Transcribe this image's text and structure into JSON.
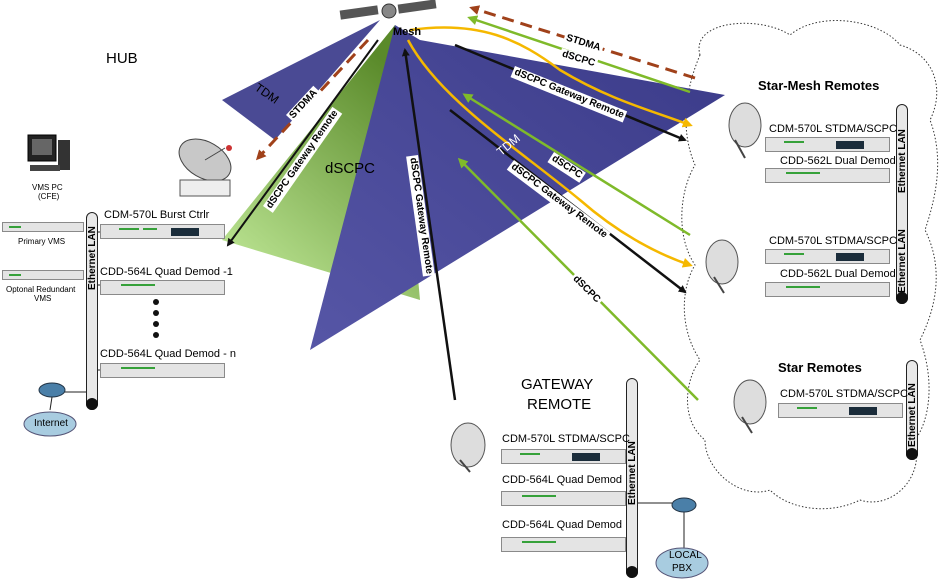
{
  "labels": {
    "hub": "HUB",
    "gateway_line1": "GATEWAY",
    "gateway_line2": "REMOTE",
    "star_mesh_remotes": "Star-Mesh Remotes",
    "star_remotes": "Star Remotes",
    "mesh": "Mesh",
    "dscpc_center": "dSCPC",
    "internet": "Internet",
    "local_pbx_line1": "LOCAL",
    "local_pbx_line2": "PBX"
  },
  "hub": {
    "vms_pc_line1": "VMS PC",
    "vms_pc_line2": "(CFE)",
    "primary_vms": "Primary VMS",
    "redundant_vms_line1": "Optonal Redundant",
    "redundant_vms_line2": "VMS",
    "burst_ctrlr": "CDM-570L Burst Ctrlr",
    "quad_demod_1": "CDD-564L Quad Demod -1",
    "quad_demod_n": "CDD-564L Quad Demod - n",
    "lan": "Ethernet LAN"
  },
  "gateway": {
    "modem": "CDM-570L STDMA/SCPC",
    "demod_1": "CDD-564L Quad Demod",
    "demod_2": "CDD-564L Quad Demod",
    "lan": "Ethernet LAN"
  },
  "star_mesh": {
    "remote_1_modem": "CDM-570L STDMA/SCPC",
    "remote_1_demod": "CDD-562L Dual Demod",
    "remote_2_modem": "CDM-570L STDMA/SCPC",
    "remote_2_demod": "CDD-562L Dual Demod",
    "lan": "Ethernet LAN"
  },
  "star": {
    "remote_modem": "CDM-570L STDMA/SCPC",
    "lan": "Ethernet LAN"
  },
  "links": {
    "tdm_hub": "TDM",
    "stdma_hub": "STDMA",
    "dscpc_gw_hub": "dSCPC Gateway Remote",
    "dscpc_gw_vertical": "dSCPC Gateway Remote",
    "stdma_top": "STDMA",
    "dscpc_top": "dSCPC",
    "dscpc_gw_top": "dSCPC Gateway Remote",
    "tdm_mid": "TDM",
    "dscpc_mid": "dSCPC",
    "dscpc_gw_mid": "dSCPC Gateway Remote",
    "dscpc_low": "dSCPC"
  },
  "colors": {
    "tdm_beam": "#4a4a94",
    "dscpc_beam": "#8cc63f",
    "stdma_arrow": "#a0411a",
    "dscpc_arrow": "#7fba2a",
    "gateway_arrow": "#f5b800",
    "tdm_arrow": "#111111"
  }
}
